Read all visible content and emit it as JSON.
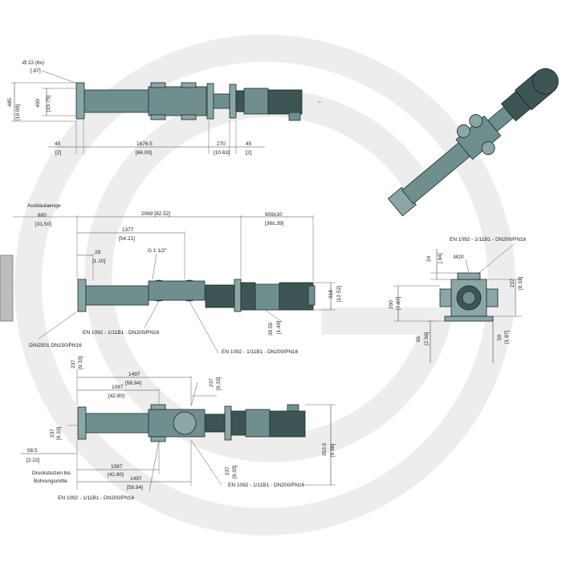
{
  "colors": {
    "pump_body": "#6f8f8f",
    "pump_dark": "#3d5555",
    "flange": "#8aa6a6",
    "watermark": "#ededed"
  },
  "top_view": {
    "hole_dia": "Ø 22 (6x)",
    "hole_dia_in": "[.87]",
    "h485": "485",
    "h485_in": "[19.09]",
    "h400": "400",
    "h400_in": "[15.75]",
    "d45_left": "45",
    "d45_left_in": "[2]",
    "d1676": "1676.5",
    "d1676_in": "[66.00]",
    "d270": "270",
    "d270_in": "[10.63]",
    "d45_right": "45",
    "d45_right_in": "[2]"
  },
  "side_view": {
    "ausbau_label": "Ausbaulaenge",
    "ausbau_value": "800",
    "ausbau_in": "[31,50]",
    "total": "2069   [82.52]",
    "d909": "909±10",
    "d909_in": "[36±.39]",
    "d1377": "1377",
    "d1377_in": "[54.21]",
    "d28": "28",
    "d28_in": "[1.10]",
    "thread": "G 1 1/2\"",
    "h318": "318",
    "h318_in": "[12.52]",
    "d35": "35.55",
    "d35_in": "[1.40]",
    "flange_din": "DIN2501 DN150/PN16",
    "flange_en_a": "EN 1092 - 1/11B1 - DN200/PN16",
    "flange_en_b": "EN 1092 - 1/11B1 - DN200/PN16"
  },
  "bottom_view": {
    "d237_a": "237",
    "d237_a_in": "[9.33]",
    "d237_b": "237",
    "d237_b_in": "[9.33]",
    "d1497_top": "1497",
    "d1497_top_in": "[58.94]",
    "d1087_top": "1087",
    "d1087_top_in": "[42.80]",
    "d237_c": "237",
    "d237_c_in": "[9.33]",
    "d56": "56.5",
    "d56_in": "[2.22]",
    "druck_1": "Druckstutzen bis",
    "druck_2": "Bohrungsmitte",
    "d1087_bot": "1087",
    "d1087_bot_in": "[42.80]",
    "d1497_bot": "1497",
    "d1497_bot_in": "[58.94]",
    "d237_d": "237",
    "d237_d_in": "[9.33]",
    "d253": "253.5",
    "d253_in": "[9.98]",
    "flange_en_c": "EN 1092 - 1/11B1 - DN200/PN16",
    "flange_en_d": "EN 1092 - 1/11B1 - DN200/PN16"
  },
  "end_view": {
    "flange_en": "EN 1092 - 1/11B1 - DN200/PN16",
    "d24": "24",
    "d24_in": "[.94]",
    "m20": "M20",
    "d237": "237",
    "d237_in": "[9.33]",
    "d200": "200",
    "d200_in": "[7.87]",
    "d65": "65",
    "d65_in": "[2.56]",
    "d50": "50",
    "d50_in": "[1.97]"
  }
}
